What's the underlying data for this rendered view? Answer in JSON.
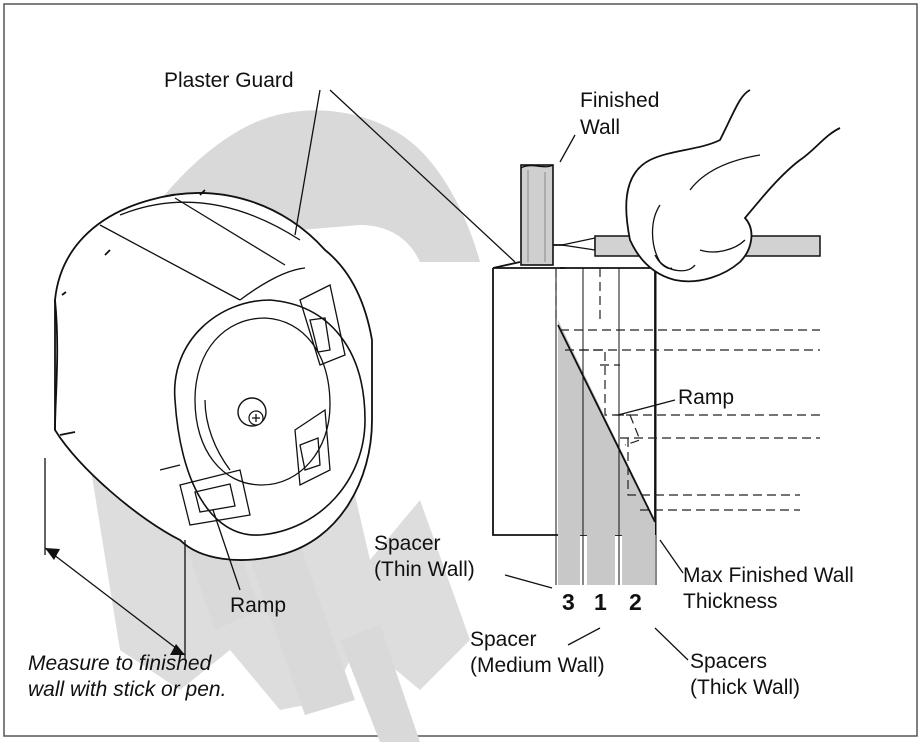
{
  "labels": {
    "plaster_guard": "Plaster Guard",
    "finished_wall_1": "Finished",
    "finished_wall_2": "Wall",
    "ramp_right": "Ramp",
    "ramp_left": "Ramp",
    "spacer_thin_1": "Spacer",
    "spacer_thin_2": "(Thin Wall)",
    "spacer_medium_1": "Spacer",
    "spacer_medium_2": "(Medium Wall)",
    "spacers_thick_1": "Spacers",
    "spacers_thick_2": "(Thick Wall)",
    "max_thickness_1": "Max Finished Wall",
    "max_thickness_2": "Thickness",
    "num_3": "3",
    "num_1": "1",
    "num_2": "2",
    "measure_1": "Measure to finished",
    "measure_2": "wall with stick or pen."
  },
  "colors": {
    "line": "#111111",
    "shade": "#c8c8c8",
    "watermark": "#d9d9d9",
    "frame": "#555555"
  }
}
